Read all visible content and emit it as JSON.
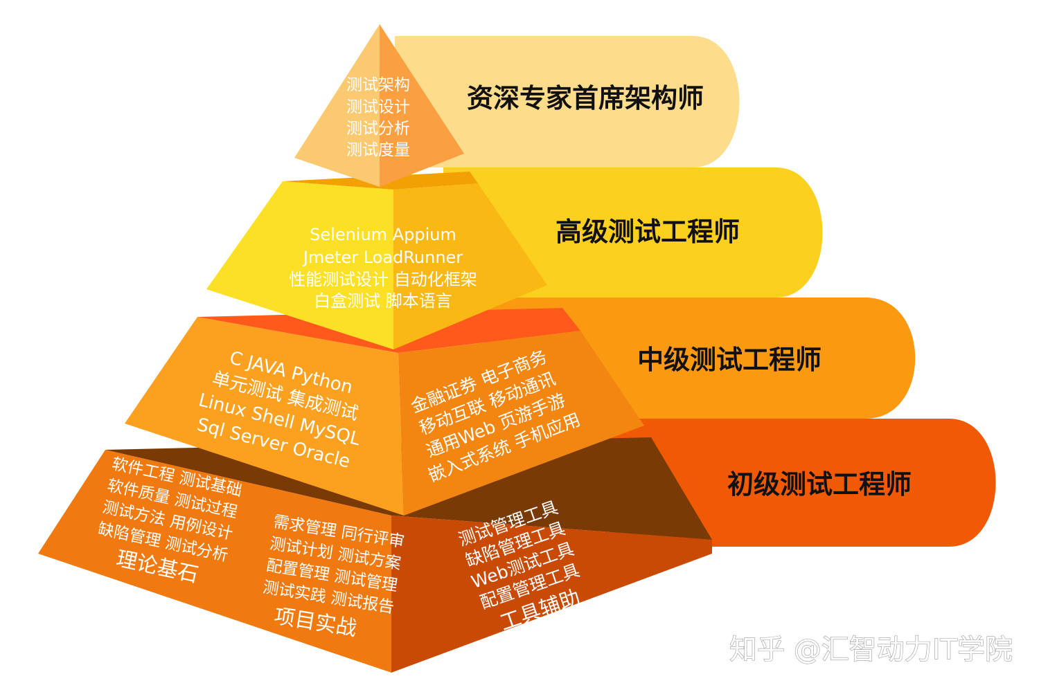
{
  "tiers": [
    {
      "title": "资深专家首席架构师",
      "color": "#fddc8c",
      "face_lines": [
        "测试架构",
        "测试设计",
        "测试分析",
        "测试度量"
      ]
    },
    {
      "title": "高级测试工程师",
      "color": "#fcd01e",
      "face_lines": [
        "Selenium Appium",
        "Jmeter LoadRunner",
        "性能测试设计  自动化框架",
        "白盒测试 脚本语言"
      ]
    },
    {
      "title": "中级测试工程师",
      "color": "#fb9a10",
      "left_lines": [
        "C JAVA Python",
        "单元测试 集成测试",
        "Linux Shell MySQL",
        "Sql Server Oracle"
      ],
      "right_lines": [
        "金融证券 电子商务",
        "移动互联  移动通讯",
        "通用Web 页游手游",
        "嵌入式系统 手机应用"
      ]
    },
    {
      "title": "初级测试工程师",
      "color": "#f15a05",
      "left_lines": [
        "软件工程 测试基础",
        "软件质量 测试过程",
        "测试方法 用例设计",
        "缺陷管理 测试分析"
      ],
      "left_caption": "理论基石",
      "middle_lines": [
        "需求管理 同行评审",
        "测试计划 测试方案",
        "配置管理 测试管理",
        "测试实践 测试报告"
      ],
      "middle_caption": "项目实战",
      "right_lines": [
        "测试管理工具",
        "缺陷管理工具",
        "Web测试工具",
        "配置管理工具"
      ],
      "right_caption": "工具辅助"
    }
  ],
  "watermark": "知乎 @汇智动力IT学院"
}
